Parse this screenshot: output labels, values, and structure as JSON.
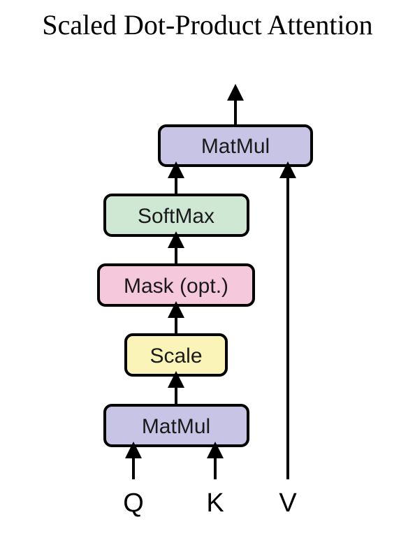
{
  "title": "Scaled Dot-Product Attention",
  "nodes": {
    "matmul_top": {
      "label": "MatMul",
      "fill": "#c7c4e6"
    },
    "softmax": {
      "label": "SoftMax",
      "fill": "#cfe8d3"
    },
    "mask": {
      "label": "Mask (opt.)",
      "fill": "#f6c8db"
    },
    "scale": {
      "label": "Scale",
      "fill": "#fbf4b8"
    },
    "matmul_bottom": {
      "label": "MatMul",
      "fill": "#c7c4e6"
    }
  },
  "inputs": {
    "q": "Q",
    "k": "K",
    "v": "V"
  },
  "colors": {
    "stroke": "#000000",
    "text": "#1a1a1a"
  }
}
